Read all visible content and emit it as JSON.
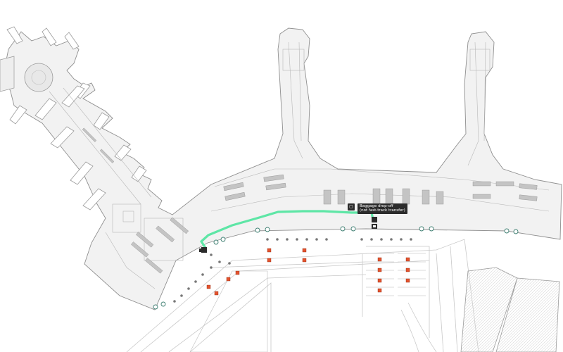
{
  "map": {
    "route_color": "#5ee6a6",
    "walls_color": "#9a9a9a",
    "floor_color": "#f2f2f2",
    "outside_color": "#ffffff",
    "marker_red": "#e4532e",
    "marker_dark": "#2b2b2b"
  },
  "destination": {
    "line1": "Baggage drop-off",
    "line2": "(not fast-track transfer)",
    "icon": "baggage-icon"
  },
  "route": {
    "start_icon": "you-are-here-marker",
    "end_icon": "baggage-dropoff-marker"
  }
}
